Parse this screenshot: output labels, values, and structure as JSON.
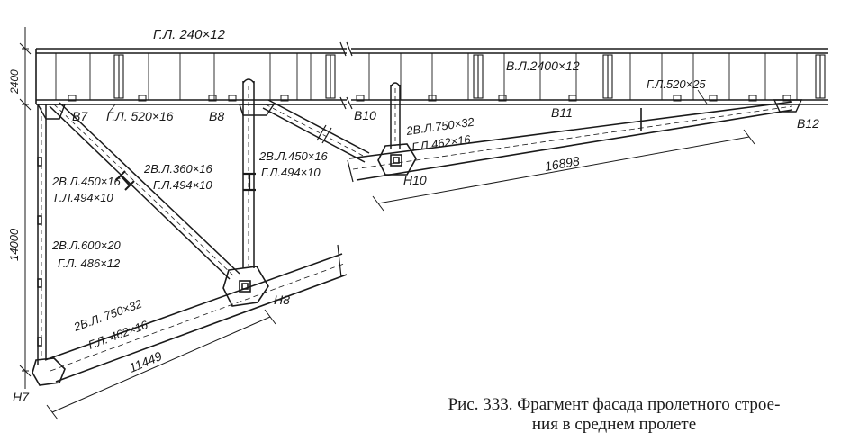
{
  "labels": {
    "top_flange": "Г.Л. 240×12",
    "web_plate": "В.Л.2400×12",
    "bottom_flange_left": "Г.Л. 520×16",
    "bottom_flange_right": "Г.Л.520×25",
    "height_top": "2400",
    "height_total": "14000",
    "node_b7": "В7",
    "node_b8": "В8",
    "node_b10": "В10",
    "node_b11": "В11",
    "node_b12": "В12",
    "node_h7": "Н7",
    "node_h8": "Н8",
    "node_h10": "Н10",
    "brace1_line1": "2В.Л.450×16",
    "brace1_line2": "Г.Л.494×10",
    "brace2_line1": "2В.Л.360×16",
    "brace2_line2": "Г.Л.494×10",
    "brace3_line1": "2В.Л.450×16",
    "brace3_line2": "Г.Л.494×10",
    "post_line1": "2В.Л.600×20",
    "post_line2": "Г.Л. 486×12",
    "chord_left_line1": "2В.Л. 750×32",
    "chord_left_line2": "Г.Л. 462×16",
    "chord_right_line1": "2В.Л.750×32",
    "chord_right_line2": "Г.Л.462×16",
    "dim_11449": "11449",
    "dim_16898": "16898"
  },
  "caption": {
    "line1": "Рис. 333. Фрагмент фасада  пролетного строе-",
    "line2": "ния в среднем пролете"
  }
}
